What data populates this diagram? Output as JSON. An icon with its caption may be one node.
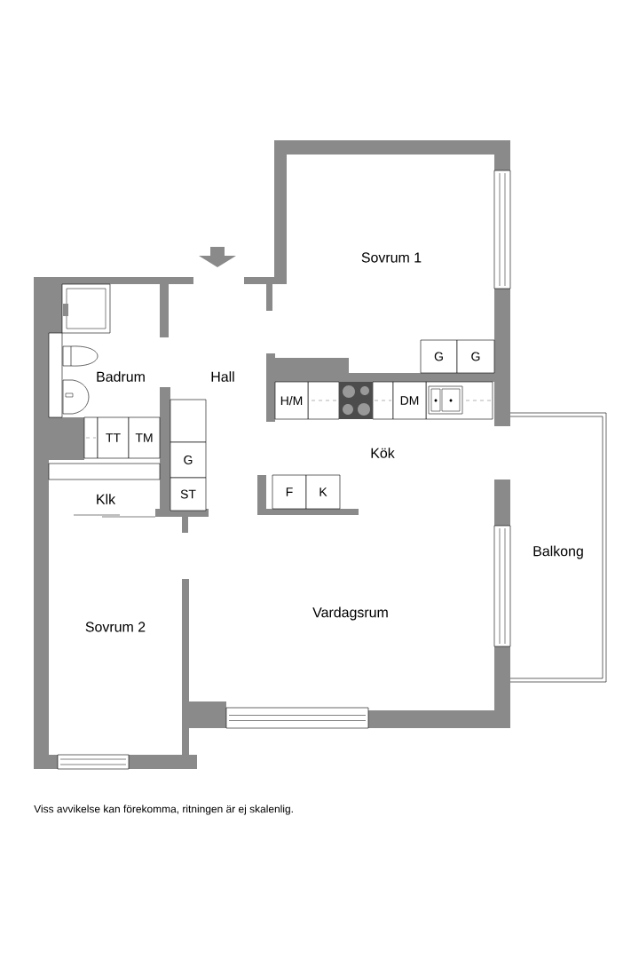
{
  "diagram": {
    "caption": "Viss avvikelse kan förekomma, ritningen är ej skalenlig.",
    "labels": [
      "Sovrum 1",
      "G",
      "G",
      "Badrum",
      "Hall",
      "H/M",
      "DM",
      "TT",
      "TM",
      "Kök",
      "G",
      "ST",
      "F",
      "K",
      "Klk",
      "Balkong",
      "Sovrum 2",
      "Vardagsrum"
    ]
  }
}
